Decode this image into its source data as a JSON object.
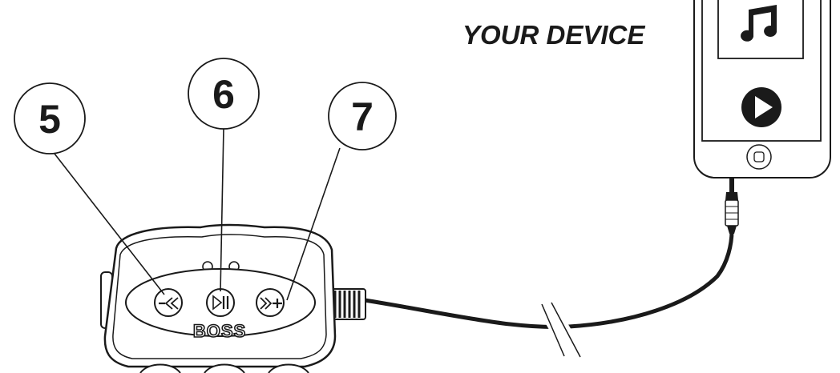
{
  "device_label": "YOUR DEVICE",
  "callouts": [
    "5",
    "6",
    "7"
  ],
  "brand_logo": "BOSS",
  "buttons": [
    "previous-track",
    "play-pause",
    "next-track"
  ],
  "icons": [
    "music-note-icon",
    "play-icon",
    "home-button-icon"
  ]
}
